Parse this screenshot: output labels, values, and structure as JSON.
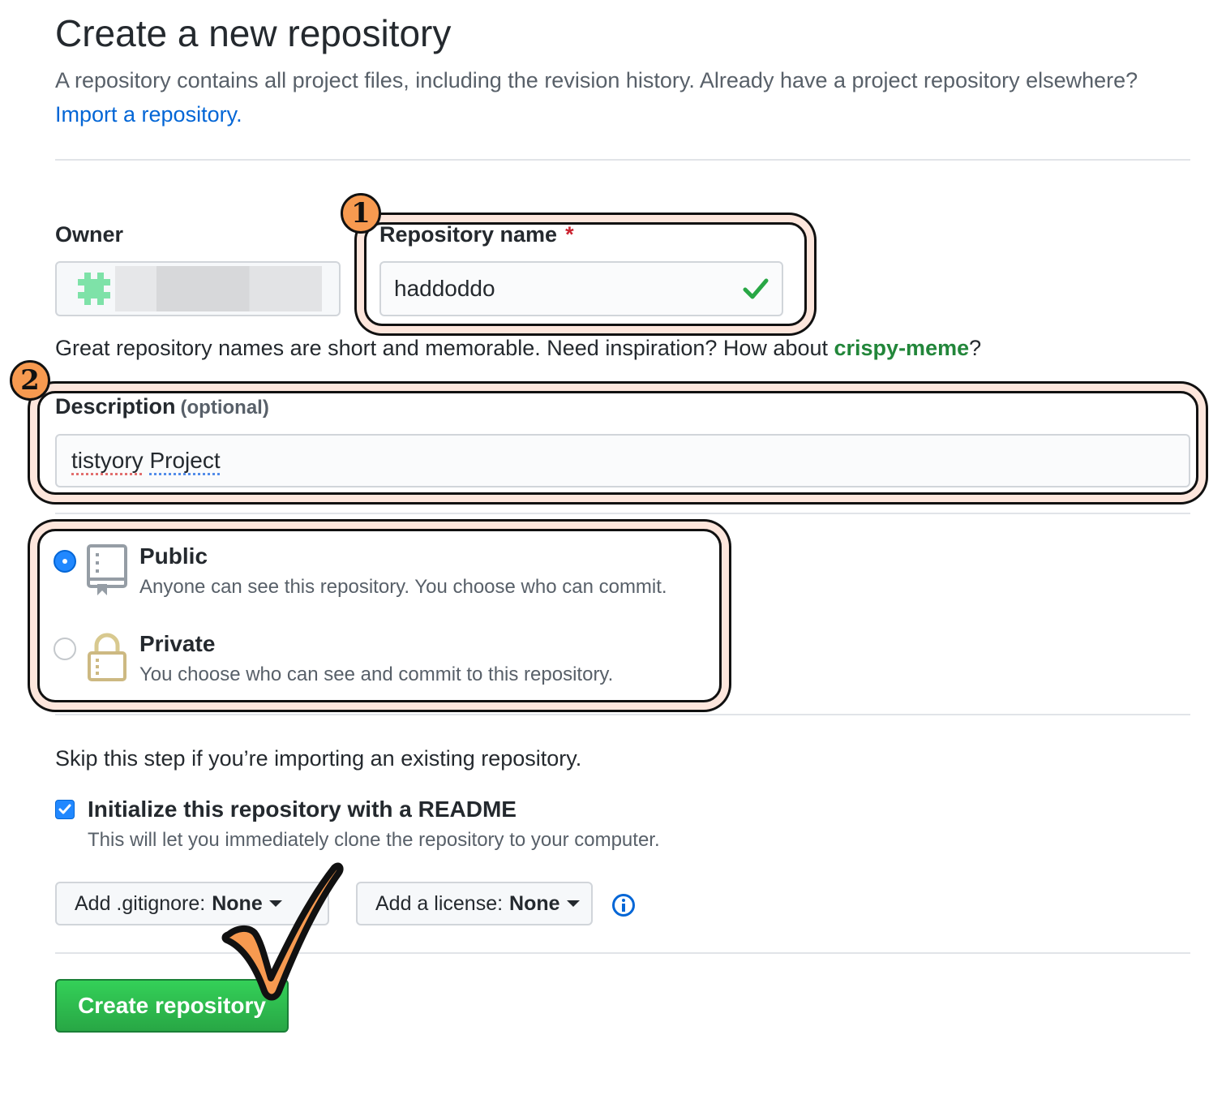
{
  "header": {
    "title": "Create a new repository",
    "subtitle": "A repository contains all project files, including the revision history. Already have a project repository elsewhere?",
    "import_link": "Import a repository."
  },
  "owner": {
    "label": "Owner",
    "avatar_icon": "identicon-avatar"
  },
  "repo_name": {
    "label": "Repository name",
    "required_mark": "*",
    "value": "haddoddo",
    "valid_icon": "check-icon"
  },
  "hint": {
    "text": "Great repository names are short and memorable. Need inspiration? How about",
    "suggestion": "crispy-meme",
    "end": "?"
  },
  "description": {
    "label": "Description",
    "optional": "(optional)",
    "value_word1": "tistyory",
    "value_word2": "Project"
  },
  "visibility": {
    "public": {
      "title": "Public",
      "desc": "Anyone can see this repository. You choose who can commit.",
      "selected": true
    },
    "private": {
      "title": "Private",
      "desc": "You choose who can see and commit to this repository.",
      "selected": false
    }
  },
  "init": {
    "skip_note": "Skip this step if you’re importing an existing repository.",
    "readme_label": "Initialize this repository with a README",
    "readme_desc": "This will let you immediately clone the repository to your computer.",
    "readme_checked": true
  },
  "options": {
    "gitignore_label": "Add .gitignore:",
    "gitignore_value": "None",
    "license_label": "Add a license:",
    "license_value": "None"
  },
  "submit": {
    "label": "Create repository"
  },
  "annotations": {
    "badge1": "1",
    "badge2": "2"
  },
  "colors": {
    "accent_blue": "#0366d6",
    "success_green": "#28a745",
    "callout_fill": "#fde6dc",
    "badge_orange": "#f79a50"
  }
}
